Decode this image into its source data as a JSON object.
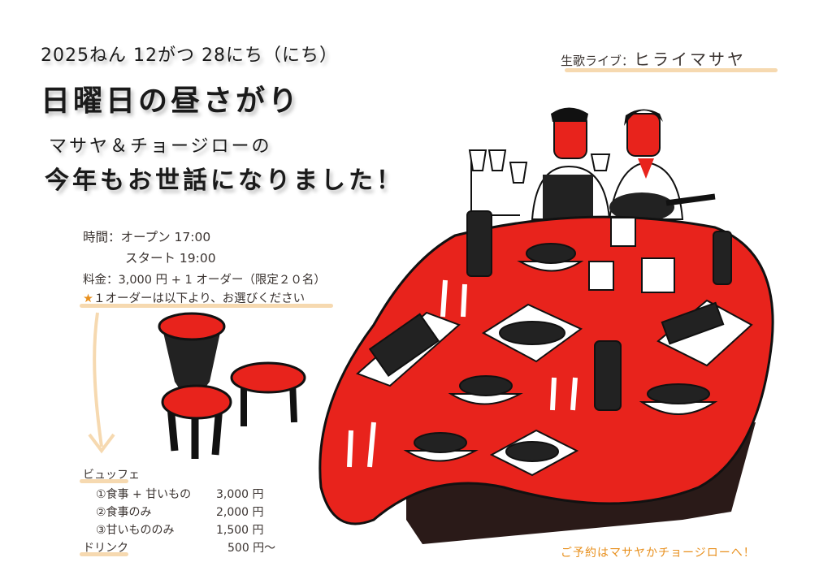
{
  "header": {
    "date": "2025ねん 12がつ 28にち（にち）",
    "title": "日曜日の昼さがり",
    "subtitle1": "マサヤ＆チョージローの",
    "subtitle2": "今年もお世話になりました！"
  },
  "live": {
    "label": "生歌ライブ：",
    "name": "ヒライマサヤ"
  },
  "info": {
    "time_label": "時間：",
    "open": "オープン 17:00",
    "start": "スタート 19:00",
    "fee": "料金：3,000 円 + 1 オーダー（限定２０名）",
    "note": "１オーダーは以下より、お選びください"
  },
  "menu": {
    "buffet_label": "ビュッフェ",
    "items": [
      {
        "name": "①食事 + 甘いもの",
        "price": "3,000 円"
      },
      {
        "name": "②食事のみ",
        "price": "2,000 円"
      },
      {
        "name": "③甘いもののみ",
        "price": "1,500 円"
      }
    ],
    "drink_label": "ドリンク",
    "drink_price": "500 円～"
  },
  "footer": {
    "reserve": "ご予約はマサヤかチョージローへ！"
  },
  "colors": {
    "red": "#e8231c",
    "orange": "#e8901e",
    "highlight": "#f6d9b0"
  }
}
